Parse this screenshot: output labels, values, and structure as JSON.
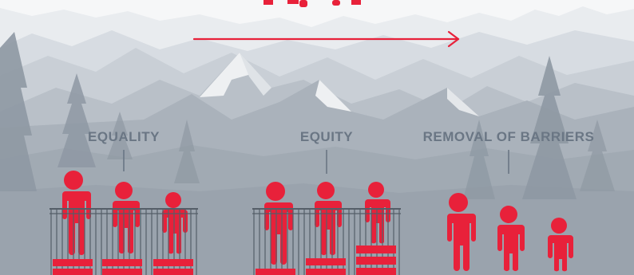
{
  "labels": {
    "equality": "EQUALITY",
    "equity": "EQUITY",
    "removal": "REMOVAL OF BARRIERS"
  },
  "colors": {
    "accent": "#e8213a",
    "label_text": "#6a7684",
    "sky": "#e9ecef"
  },
  "icons": {
    "arrow": "arrow-right-icon",
    "figure": "person-icon",
    "fence": "fence-icon",
    "crate": "box-icon"
  }
}
